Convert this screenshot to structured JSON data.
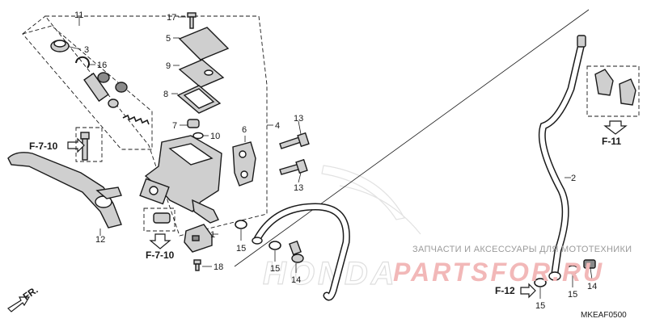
{
  "diagram": {
    "watermark": {
      "title": "ЗАПЧАСТИ И АКСЕССУАРЫ ДЛЯ МОТОТЕХНИКИ",
      "logo": "PARTSFOR.RU",
      "brand": "HONDA"
    },
    "drawing_code": "MKEAF0500",
    "direction_label": "FR.",
    "references": {
      "f_7_10_top": "F-7-10",
      "f_7_10_bottom": "F-7-10",
      "f_11": "F-11",
      "f_12": "F-12"
    },
    "callouts": {
      "c1": "1",
      "c2": "2",
      "c3": "3",
      "c4": "4",
      "c5": "5",
      "c6": "6",
      "c7": "7",
      "c8": "8",
      "c9": "9",
      "c10": "10",
      "c11": "11",
      "c12": "12",
      "c13a": "13",
      "c13b": "13",
      "c14a": "14",
      "c14b": "14",
      "c15a": "15",
      "c15b": "15",
      "c15c": "15",
      "c15d": "15",
      "c16": "16",
      "c17": "17",
      "c18": "18"
    },
    "colors": {
      "line": "#1a1a1a",
      "part_fill": "#cfcfcf",
      "watermark_logo": "#f2b8b8",
      "watermark_text": "#9a9a9a"
    }
  }
}
